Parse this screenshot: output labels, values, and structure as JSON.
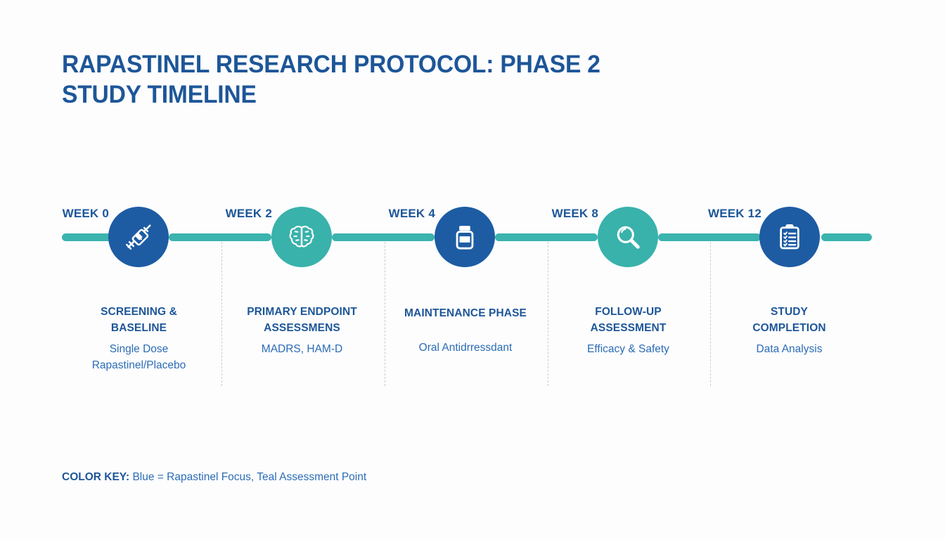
{
  "title": {
    "line1": "RAPASTINEL RESEARCH PROTOCOL: PHASE 2",
    "line2": "STUDY TIMELINE"
  },
  "colors": {
    "background": "#fdfdfe",
    "blue": "#1d5ca3",
    "teal": "#39b2ab",
    "title_blue": "#1d5698",
    "body_blue": "#2b6cb5",
    "divider_gray": "#c9ccd2"
  },
  "timeline": {
    "milestones": [
      {
        "week_label": "WEEK 0",
        "icon": "syringe-icon",
        "circle_color": "blue",
        "title": "SCREENING &\nBASELINE",
        "title_lines": [
          "SCREENING &",
          "BASELINE"
        ],
        "subtitle_lines": [
          "Single Dose",
          "Rapastinel/Placebo"
        ]
      },
      {
        "week_label": "WEEK 2",
        "icon": "brain-icon",
        "circle_color": "teal",
        "title": "PRIMARY ENDPOINT\nASSESSMENS",
        "title_lines": [
          "PRIMARY ENDPOINT",
          "ASSESSMENS"
        ],
        "subtitle_lines": [
          "MADRS, HAM-D"
        ]
      },
      {
        "week_label": "WEEK 4",
        "icon": "medicine-bottle-icon",
        "circle_color": "blue",
        "title": "MAINTENANCE PHASE",
        "title_lines": [
          "MAINTENANCE PHASE"
        ],
        "subtitle_lines": [
          "Oral Antidrressdant"
        ]
      },
      {
        "week_label": "WEEK 8",
        "icon": "magnifying-glass-icon",
        "circle_color": "teal",
        "title": "FOLLOW-UP\nASSESSMENT",
        "title_lines": [
          "FOLLOW-UP",
          "ASSESSMENT"
        ],
        "subtitle_lines": [
          "Efficacy & Safety"
        ]
      },
      {
        "week_label": "WEEK 12",
        "icon": "clipboard-checklist-icon",
        "circle_color": "blue",
        "title": "STUDY\nCOMPLETION",
        "title_lines": [
          "STUDY",
          "COMPLETION"
        ],
        "subtitle_lines": [
          "Data Analysis"
        ]
      }
    ]
  },
  "legend": {
    "lead": "COLOR KEY:",
    "text": " Blue = Rapastinel Focus, Teal Assessment Point"
  }
}
